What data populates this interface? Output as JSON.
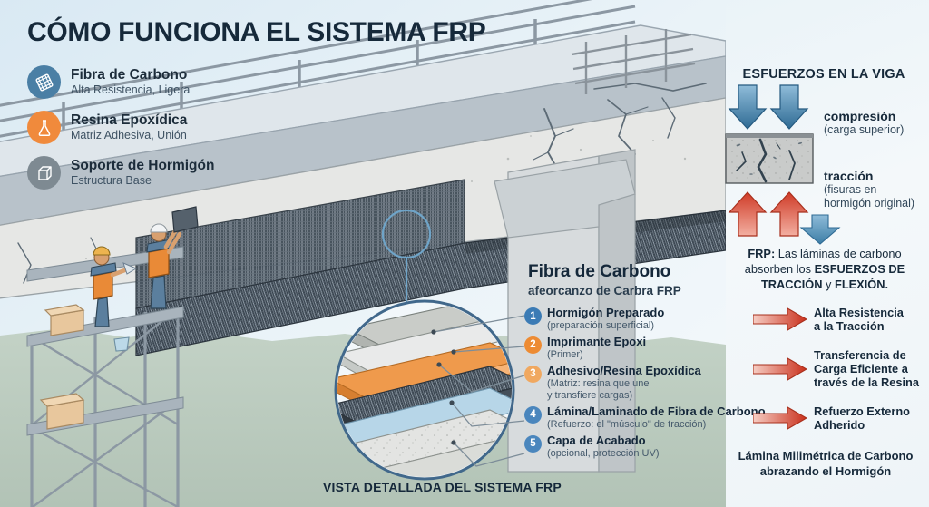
{
  "title": "CÓMO FUNCIONA EL SISTEMA FRP",
  "colors": {
    "navy": "#16293a",
    "blue_icon": "#4a7fa5",
    "orange_icon": "#f08a3c",
    "gray_icon": "#7e8a92",
    "accent_blue": "#3b7bb5",
    "accent_orange": "#ed8b33",
    "red_arrow": "#d9492f",
    "blue_arrow": "#3b78a3",
    "background": "#eef5fa"
  },
  "legend": {
    "items": [
      {
        "icon": "carbon-weave-icon",
        "color": "#4a7fa5",
        "title": "Fibra de Carbono",
        "subtitle": "Alta Resistencia, Ligera"
      },
      {
        "icon": "flask-icon",
        "color": "#f08a3c",
        "title": "Resina Epoxídica",
        "subtitle": "Matriz Adhesiva, Unión"
      },
      {
        "icon": "concrete-block-icon",
        "color": "#7e8a92",
        "title": "Soporte de Hormigón",
        "subtitle": "Estructura Base"
      }
    ]
  },
  "detail": {
    "heading": "Fibra de Carbono",
    "subheading": "afeorcanzo de Carbra FRP",
    "layers": [
      {
        "num": "1",
        "color": "#3b7bb5",
        "title": "Hormigón Preparado",
        "sub": "(preparación superficial)"
      },
      {
        "num": "2",
        "color": "#ed8b33",
        "title": "Imprimante Epoxi",
        "sub": "(Primer)"
      },
      {
        "num": "3",
        "color": "#f0a860",
        "title": "Adhesivo/Resina Epoxídica",
        "sub": "(Matriz: resina que une\ny transfiere cargas)"
      },
      {
        "num": "4",
        "color": "#4a86bd",
        "title": "Lámina/Laminado de Fibra de Carbono",
        "sub": "(Refuerzo: el \"músculo\" de tracción)"
      },
      {
        "num": "5",
        "color": "#4a86bd",
        "title": "Capa de Acabado",
        "sub": "(opcional, protección UV)"
      }
    ],
    "caption": "VISTA DETALLADA DEL SISTEMA FRP"
  },
  "stress_panel": {
    "title": "ESFUERZOS EN LA VIGA",
    "compression_label": "compresión",
    "compression_sub": "(carga superior)",
    "tension_label": "tracción",
    "tension_sub": "(fisuras en\nhormigón original)",
    "frp_note_prefix": "FRP:",
    "frp_note_body": " Las láminas de carbono absorben los ",
    "frp_note_bold1": "ESFUERZOS DE TRACCIÓN",
    "frp_note_mid": " y ",
    "frp_note_bold2": "FLEXIÓN.",
    "benefits": [
      "Alta Resistencia\na la Tracción",
      "Transferencia de\nCarga Eficiente a\ntravés de la Resina",
      "Refuerzo Externo\nAdherido"
    ],
    "closing": "Lámina Milimétrica de Carbono\nabrazando el Hormigón"
  }
}
